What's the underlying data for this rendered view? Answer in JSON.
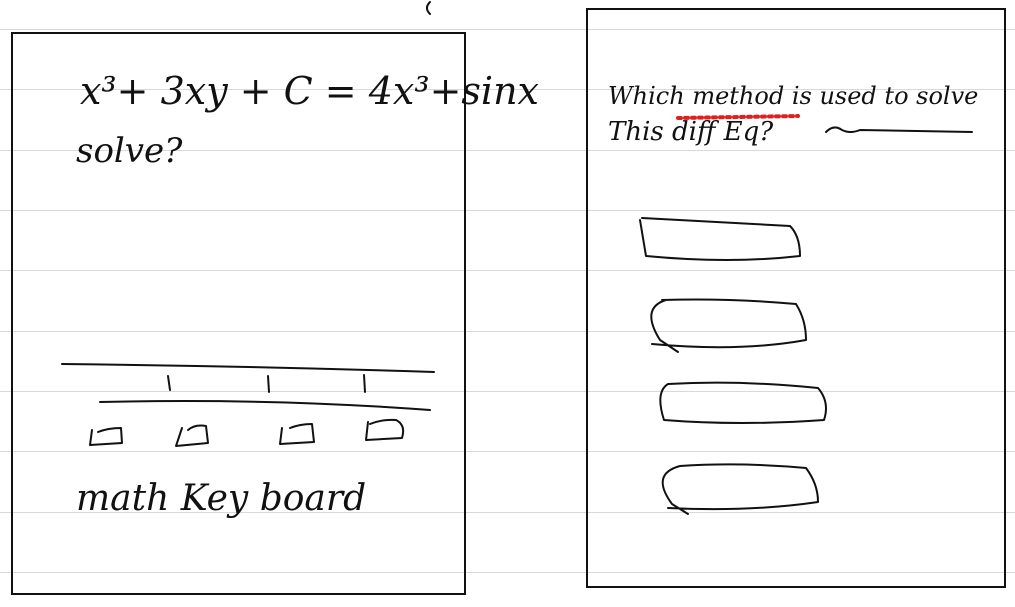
{
  "left_card": {
    "equation": "x³+ 3xy + C = 4x³+sinx",
    "question": "solve?",
    "keyboard_label": "math Key board"
  },
  "right_card": {
    "question_line1": "Which method is used to solve",
    "question_line2": "This diff Eq?",
    "answer_options": [
      "",
      "",
      "",
      ""
    ]
  },
  "colors": {
    "ink": "#111111",
    "ruled_line": "#d9d9d9",
    "highlight_dots": "#e02020"
  }
}
